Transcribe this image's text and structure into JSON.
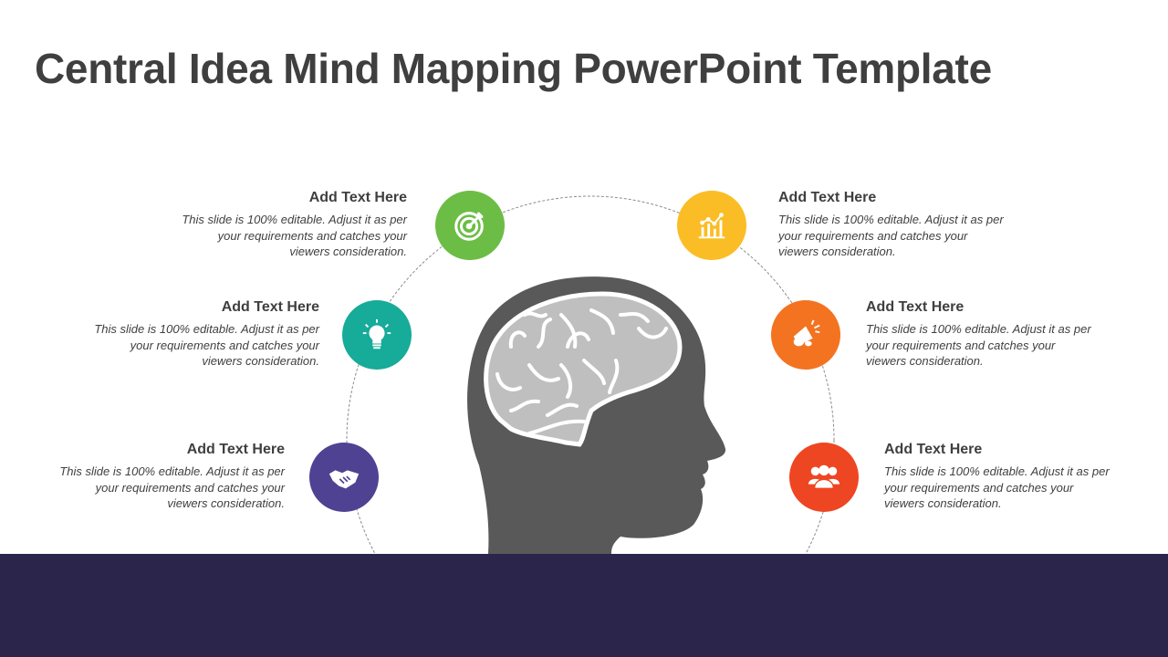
{
  "slide": {
    "title": "Central Idea Mind Mapping PowerPoint Template",
    "items": [
      {
        "heading": "Add Text Here",
        "body": "This slide is 100%  editable. Adjust it as per your requirements and catches your viewers consideration.",
        "icon": "target-icon",
        "color": "#6cbd45"
      },
      {
        "heading": "Add Text Here",
        "body": "This slide is 100%  editable. Adjust it as per your requirements and catches your viewers consideration.",
        "icon": "lightbulb-icon",
        "color": "#17ab99"
      },
      {
        "heading": "Add Text Here",
        "body": "This slide is 100%  editable. Adjust it as per your requirements and catches your viewers consideration.",
        "icon": "handshake-icon",
        "color": "#4f4293"
      },
      {
        "heading": "Add Text Here",
        "body": "This slide is 100%  editable. Adjust it as per your requirements and catches your viewers consideration.",
        "icon": "bar-chart-icon",
        "color": "#fbbd25"
      },
      {
        "heading": "Add Text Here",
        "body": "This slide is 100%  editable. Adjust it as per your requirements and catches your viewers consideration.",
        "icon": "megaphone-icon",
        "color": "#f37321"
      },
      {
        "heading": "Add Text Here",
        "body": "This slide is 100%  editable. Adjust it as per your requirements and catches your viewers consideration.",
        "icon": "team-icon",
        "color": "#ee4622"
      }
    ]
  },
  "colors": {
    "footer": "#2b244b",
    "head": "#595959",
    "brain": "#bfbfbf"
  }
}
